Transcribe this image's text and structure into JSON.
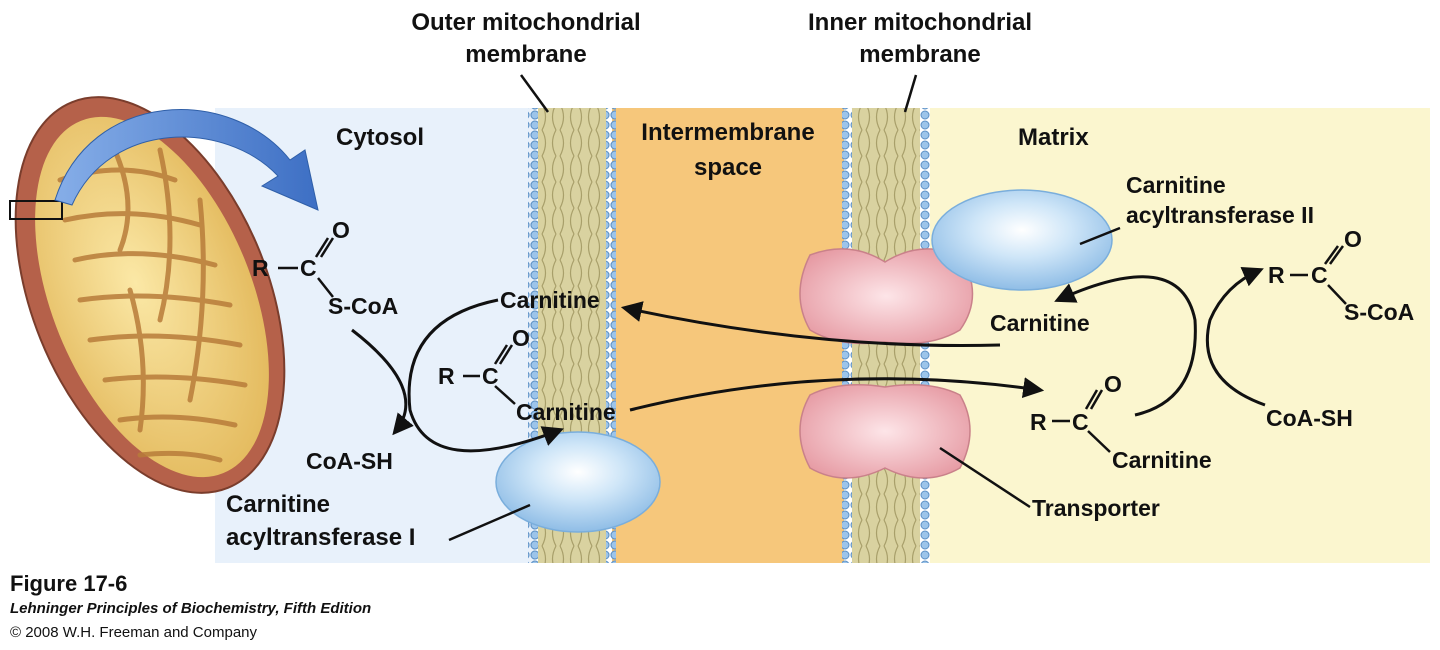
{
  "membranes": {
    "outer": {
      "label_line1": "Outer mitochondrial",
      "label_line2": "membrane"
    },
    "inner": {
      "label_line1": "Inner mitochondrial",
      "label_line2": "membrane"
    }
  },
  "regions": {
    "cytosol": "Cytosol",
    "intermembrane_line1": "Intermembrane",
    "intermembrane_line2": "space",
    "matrix": "Matrix"
  },
  "chem": {
    "R": "R",
    "C": "C",
    "O": "O",
    "SCoA": "S-CoA",
    "CoASH": "CoA-SH",
    "carnitine": "Carnitine"
  },
  "enzymes": {
    "cat1_line1": "Carnitine",
    "cat1_line2": "acyltransferase I",
    "cat2_line1": "Carnitine",
    "cat2_line2": "acyltransferase II",
    "transporter": "Transporter"
  },
  "caption": {
    "figure": "Figure 17-6",
    "book": "Lehninger Principles of Biochemistry, Fifth Edition",
    "copyright": "© 2008 W.H. Freeman and Company"
  },
  "colors": {
    "cytosol_bg": "#e8f1fb",
    "intermembrane_bg": "#f6c77b",
    "matrix_bg": "#fbf6cf",
    "membrane_core": "#d9d2a0",
    "membrane_head": "#9cc4ea",
    "enzyme_blue": "#bcdcf6",
    "transporter_pink": "#f2b9bf",
    "arrow_blue": "#4f86d6"
  }
}
